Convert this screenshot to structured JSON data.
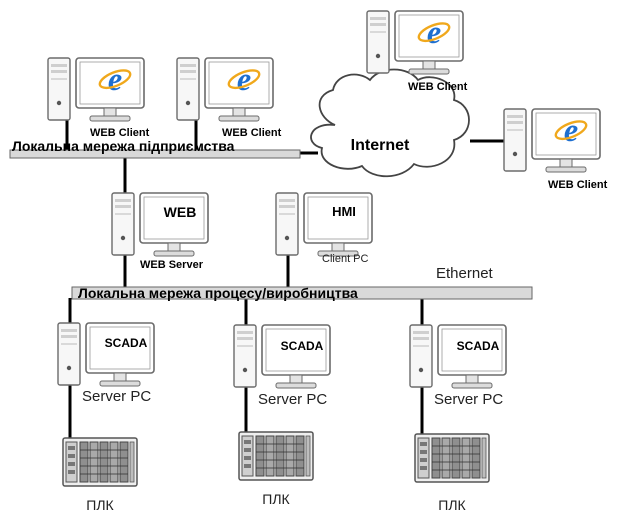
{
  "networks": {
    "enterprise_lan": "Локальна мережа підприємства",
    "process_lan": "Локальна мережа процесу/виробництва",
    "ethernet": "Ethernet",
    "internet": "Internet"
  },
  "nodes": {
    "web_client_1": "WEB Client",
    "web_client_2": "WEB Client",
    "web_client_3": "WEB Client",
    "web_client_4": "WEB Client",
    "web_server_screen": "WEB",
    "web_server_label": "WEB Server",
    "hmi_screen": "HMI",
    "client_pc_label": "Client PC",
    "scada_1_screen": "SCADA",
    "scada_2_screen": "SCADA",
    "scada_3_screen": "SCADA",
    "server_pc_1": "Server PC",
    "server_pc_2": "Server PC",
    "server_pc_3": "Server PC",
    "plc_1": "ПЛК",
    "plc_2": "ПЛК",
    "plc_3": "ПЛК"
  },
  "icons": {
    "browser": "internet-explorer-icon",
    "computer": "desktop-computer-icon",
    "cloud": "cloud-icon",
    "plc": "plc-rack-icon"
  },
  "colors": {
    "ie_blue": "#1e6fd0",
    "ie_ring": "#f0a81c",
    "bus_fill": "#d9d9d9",
    "line": "#000000"
  }
}
